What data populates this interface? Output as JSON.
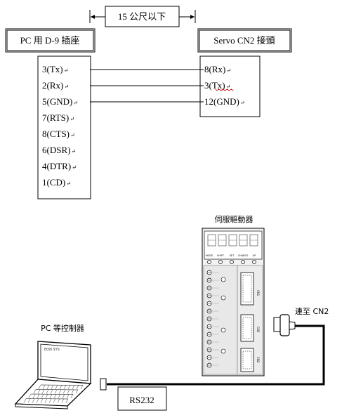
{
  "distance_label": "15 公尺以下",
  "pc_connector": {
    "title": "PC 用 D-9 插座",
    "pins": [
      "3(Tx)",
      "2(Rx)",
      "5(GND)",
      "7(RTS)",
      "8(CTS)",
      "6(DSR)",
      "4(DTR)",
      "1(CD)"
    ]
  },
  "servo_connector": {
    "title": "Servo CN2 接頭",
    "pins": [
      "8(Rx)",
      "3(Tx)",
      "12(GND)"
    ]
  },
  "paragraph_mark": "↵",
  "drive_title": "伺服驅動器",
  "pc_title": "PC 等控制器",
  "cn2_label": "連至 CN2",
  "cable_label": "RS232",
  "laptop_screen_text": "EON SYS",
  "panel_labels": [
    "MODE",
    "SHIFT",
    "SET",
    "CHARGE",
    "UP"
  ],
  "colors": {
    "line": "#000000",
    "squiggle": "#cc0000",
    "panel": "#e4e4e4"
  }
}
